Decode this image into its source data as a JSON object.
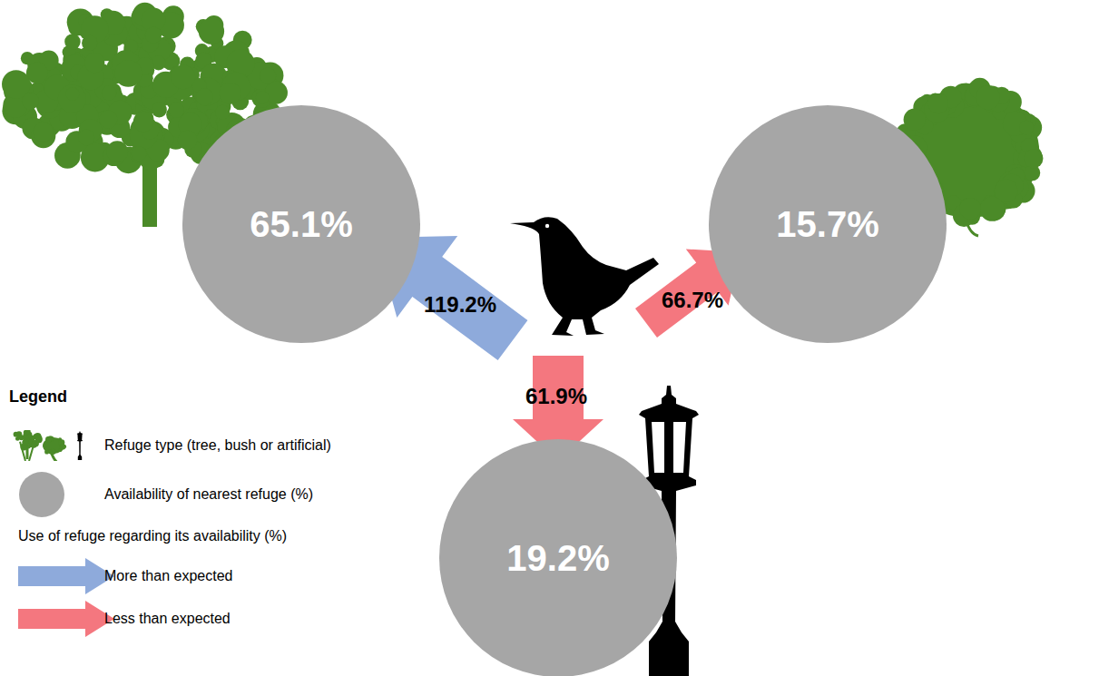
{
  "diagram": {
    "nodes": [
      {
        "text": [
          "65.1%"
        ]
      },
      {
        "text": [
          "15.7%"
        ]
      },
      {
        "text": [
          "19.2%"
        ]
      }
    ],
    "edges": [],
    "labels": [
      "119.2%",
      "66.7%",
      "61.9%",
      "Legend",
      "Use of refuge regarding its availability (%)"
    ],
    "legend": [
      {
        "text": "Refuge type (tree, bush or artificial)"
      },
      {
        "text": "Availability of nearest refuge (%)",
        "color": "#a6a6a6"
      },
      {
        "text": "More than expected",
        "color": "#8eaadb"
      },
      {
        "text": "Less than expected",
        "color": "#f4777f"
      }
    ]
  }
}
